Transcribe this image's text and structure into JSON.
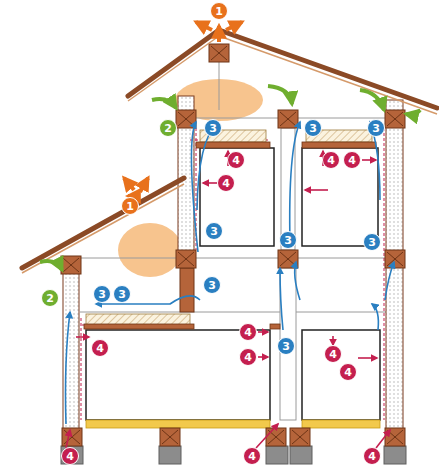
{
  "diagram": {
    "labels": [
      "1",
      "2",
      "3",
      "3",
      "3",
      "4",
      "4",
      "4",
      "1",
      "4",
      "3",
      "3",
      "3",
      "3",
      "2",
      "3",
      "3",
      "4",
      "4",
      "3",
      "4",
      "4",
      "4",
      "4",
      "4",
      "4"
    ]
  }
}
